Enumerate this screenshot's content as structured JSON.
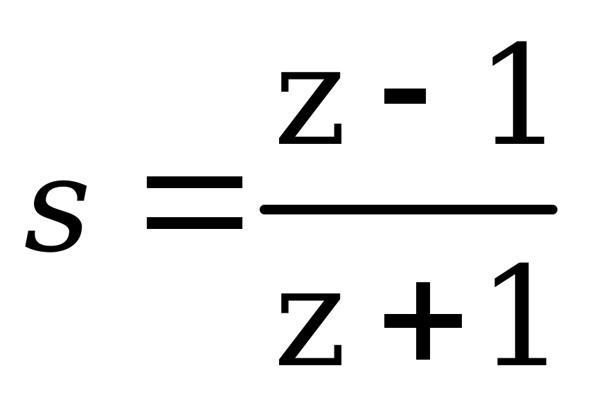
{
  "equation": {
    "lhs": "s",
    "relation": "=",
    "numerator": {
      "variable": "z",
      "operator": "-",
      "constant": "1"
    },
    "denominator": {
      "variable": "z",
      "operator": "+",
      "constant": "1"
    }
  }
}
